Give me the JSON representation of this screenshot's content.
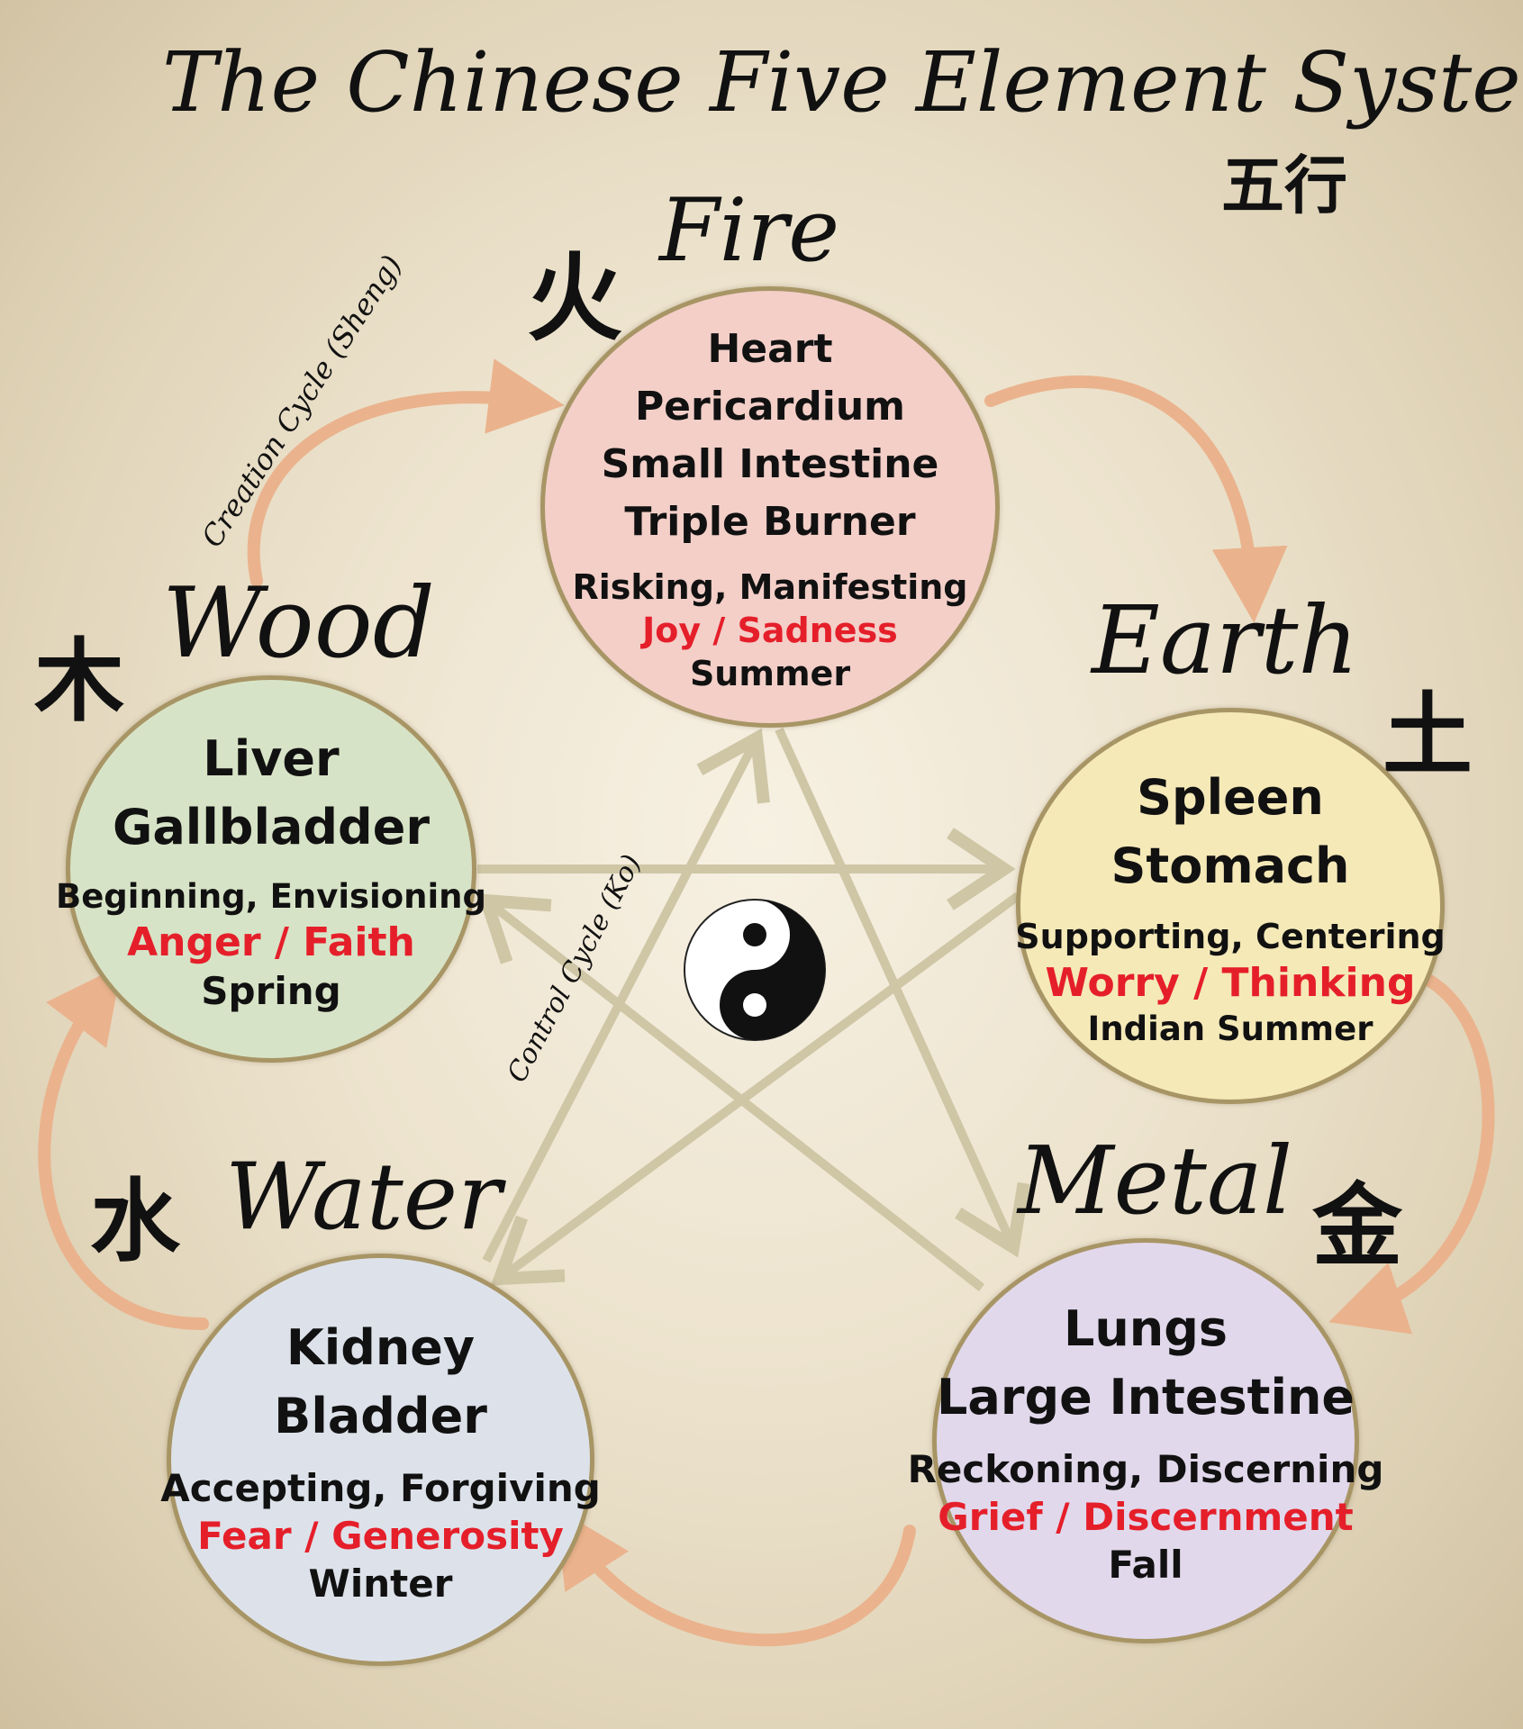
{
  "title": "The Chinese Five Element System",
  "subtitle": "五行",
  "elements": {
    "fire": {
      "name": "Fire",
      "char": "火",
      "organs": [
        "Heart",
        "Pericardium",
        "Small Intestine",
        "Triple Burner"
      ],
      "quality": "Risking, Manifesting",
      "emotion": "Joy / Sadness",
      "season": "Summer"
    },
    "earth": {
      "name": "Earth",
      "char": "土",
      "organs": [
        "Spleen",
        "Stomach"
      ],
      "quality": "Supporting, Centering",
      "emotion": "Worry / Thinking",
      "season": "Indian Summer"
    },
    "metal": {
      "name": "Metal",
      "char": "金",
      "organs": [
        "Lungs",
        "Large Intestine"
      ],
      "quality": "Reckoning, Discerning",
      "emotion": "Grief / Discernment",
      "season": "Fall"
    },
    "water": {
      "name": "Water",
      "char": "水",
      "organs": [
        "Kidney",
        "Bladder"
      ],
      "quality": "Accepting, Forgiving",
      "emotion": "Fear / Generosity",
      "season": "Winter"
    },
    "wood": {
      "name": "Wood",
      "char": "木",
      "organs": [
        "Liver",
        "Gallbladder"
      ],
      "quality": "Beginning, Envisioning",
      "emotion": "Anger / Faith",
      "season": "Spring"
    }
  },
  "cycles": {
    "creation": "Creation Cycle (Sheng)",
    "control": "Control Cycle (Ko)"
  },
  "colors": {
    "emotion_text": "#e51f2a",
    "control_arrow": "#cfc6a6",
    "creation_arrow": "#eab38d",
    "fire_fill": "#f3cfc8",
    "earth_fill": "#f5e9b8",
    "metal_fill": "#e1d8eb",
    "water_fill": "#dde2ea",
    "wood_fill": "#d7e3c6"
  },
  "center_icon": "yin-yang-icon"
}
